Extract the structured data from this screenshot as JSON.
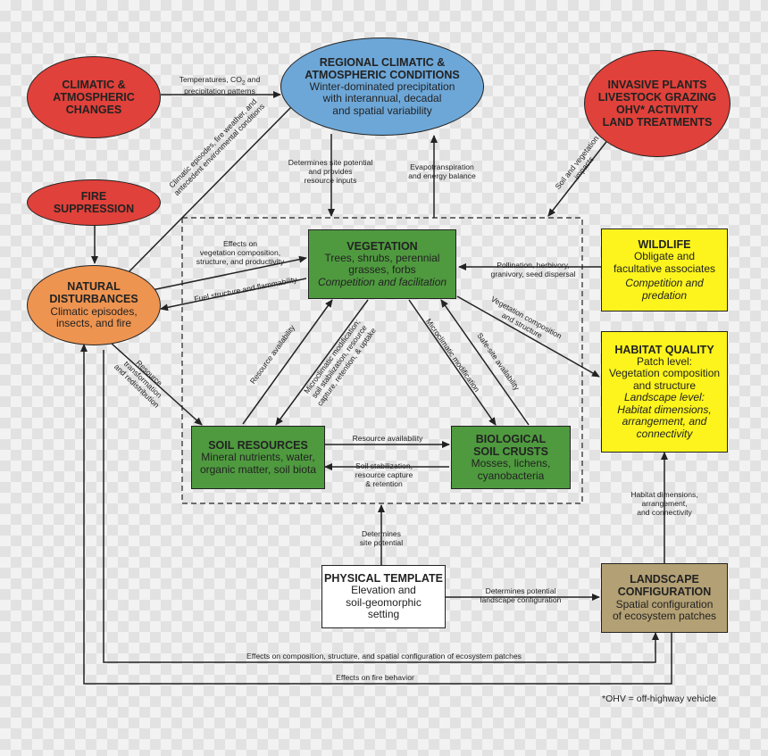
{
  "nodes": {
    "climatic_changes": {
      "title": "CLIMATIC &\nATMOSPHERIC\nCHANGES"
    },
    "regional": {
      "title": "REGIONAL CLIMATIC &\nATMOSPHERIC CONDITIONS",
      "body": "Winter-dominated precipitation\nwith interannual, decadal\nand spatial variability"
    },
    "invasive": {
      "title": "INVASIVE PLANTS\nLIVESTOCK GRAZING\nOHV* ACTIVITY\nLAND TREATMENTS"
    },
    "fire_suppression": {
      "title": "FIRE\nSUPPRESSION"
    },
    "natural_disturbances": {
      "title": "NATURAL\nDISTURBANCES",
      "body": "Climatic episodes,\ninsects, and fire"
    },
    "vegetation": {
      "title": "VEGETATION",
      "body": "Trees, shrubs, perennial\ngrasses, forbs",
      "italic": "Competition and facilitation"
    },
    "wildlife": {
      "title": "WILDLIFE",
      "body": "Obligate and\nfacultative associates",
      "italic": "Competition and\npredation"
    },
    "habitat": {
      "title": "HABITAT QUALITY",
      "body": "Patch level:\nVegetation composition\nand structure",
      "italic": "Landscape level:\nHabitat dimensions,\narrangement, and\nconnectivity"
    },
    "soil": {
      "title": "SOIL RESOURCES",
      "body": "Mineral nutrients, water,\norganic matter, soil biota"
    },
    "crusts": {
      "title": "BIOLOGICAL\nSOIL CRUSTS",
      "body": "Mosses, lichens,\ncyanobacteria"
    },
    "physical": {
      "title": "PHYSICAL TEMPLATE",
      "body": "Elevation and\nsoil-geomorphic\nsetting"
    },
    "landscape": {
      "title": "LANDSCAPE\nCONFIGURATION",
      "body": "Spatial configuration\nof ecosystem patches"
    }
  },
  "labels": {
    "temps_pre": "Temperatures, CO",
    "temps_sub": "2",
    "temps_post": " and\nprecipitation patterns",
    "climatic_episodes": "Climatic episodes, fire weather, and\nantecedent environmental conditions",
    "site_potential_inputs": "Determines site potential\nand provides\nresource inputs",
    "evapotranspiration": "Evapotranspiration\nand energy balance",
    "soil_veg_impacts": "Soil and vegetation\nimpacts",
    "effects_veg": "Effects on\nvegetation composition,\nstructure, and productivity",
    "fuel_structure": "Fuel structure and flammability",
    "pollination": "Pollination, herbivory,\ngranivory, seed dispersal",
    "veg_composition_structure": "Vegetation composition\nand structure",
    "resource_availability_diag": "Resource availability",
    "microclimatic_soil": "Microclimatic modification;\nsoil stabilization, resource\ncapture, retention, & uptake",
    "microclimatic_mod": "Microclimatic modification",
    "safe_site": "Safe-site availability",
    "resource_transformation": "Resource\ntransformation\nand redistribution",
    "resource_availability_h": "Resource availability",
    "soil_stabilization": "Soil stabilization,\nresource capture\n& retention",
    "determines_site_potential": "Determines\nsite potential",
    "determines_potential_landscape": "Determines potential\nlandscape configuration",
    "habitat_dimensions": "Habitat dimensions,\narrangement,\nand connectivity",
    "effects_composition": "Effects on composition, structure, and spatial configuration of ecosystem patches",
    "effects_fire": "Effects on fire behavior"
  },
  "footnote": "*OHV = off-highway vehicle",
  "colors": {
    "red": "#e0413a",
    "blue": "#6da7d8",
    "orange": "#ee9451",
    "green": "#4f9a3f",
    "yellow": "#fcf41c",
    "tan": "#b3a074",
    "white": "#ffffff"
  }
}
